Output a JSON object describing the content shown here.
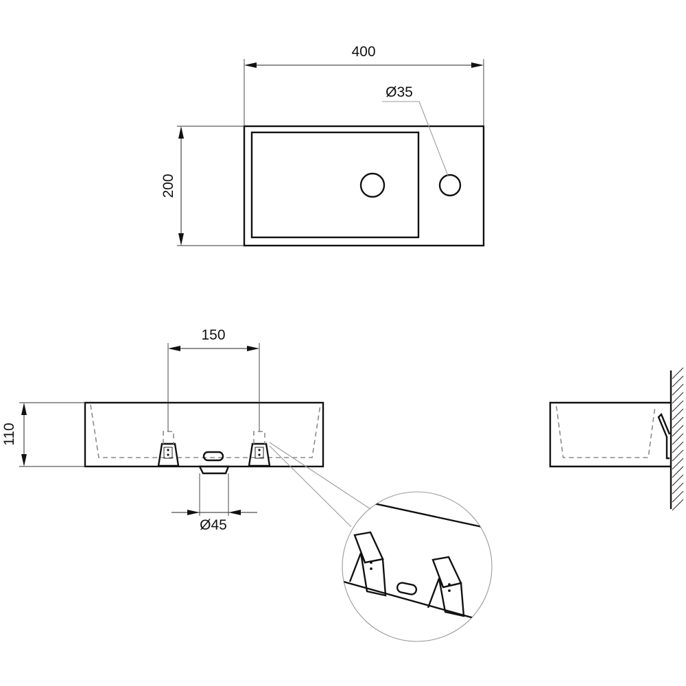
{
  "dimensions": {
    "width": "400",
    "height": "200",
    "tap_hole": "Ø35",
    "bracket_spacing": "150",
    "depth": "110",
    "drain": "Ø45"
  }
}
